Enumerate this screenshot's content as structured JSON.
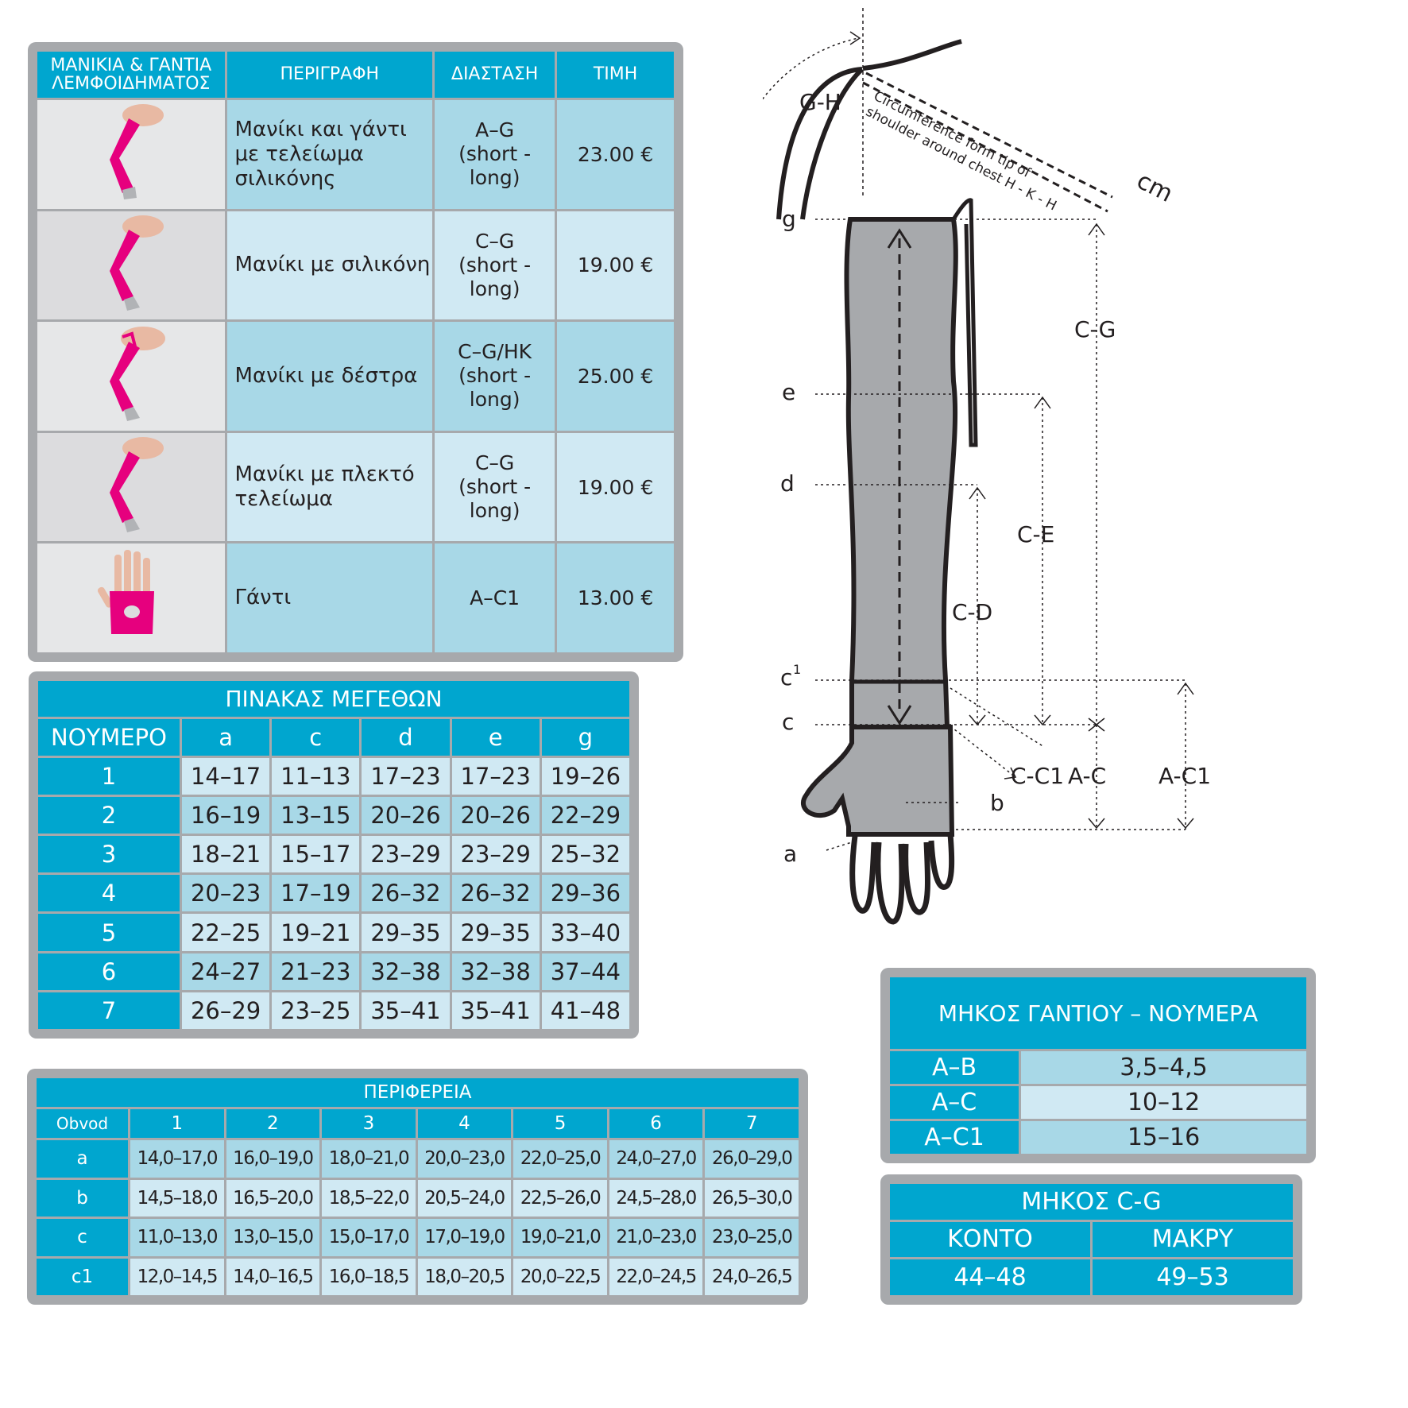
{
  "products": {
    "headers": [
      "ΜΑΝΙΚΙΑ & ΓΑΝΤΙΑ ΛΕΜΦΟΙΔΗΜΑΤΟΣ",
      "ΠΕΡΙΓΡΑΦΗ",
      "ΔΙΑΣΤΑΣΗ",
      "ΤΙΜΗ"
    ],
    "rows": [
      {
        "desc": "Μανίκι και γάντι με τελείωμα σιλικόνης",
        "dim": "A–G",
        "dim2": "(short - long)",
        "price": "23.00 €"
      },
      {
        "desc": "Μανίκι με σιλικόνη",
        "dim": "C–G",
        "dim2": "(short - long)",
        "price": "19.00 €"
      },
      {
        "desc": "Μανίκι με δέστρα",
        "dim": "C–G/HK",
        "dim2": "(short - long)",
        "price": "25.00 €"
      },
      {
        "desc": "Μανίκι με πλεκτό τελείωμα",
        "dim": "C–G",
        "dim2": "(short - long)",
        "price": "19.00 €"
      },
      {
        "desc": "Γάντι",
        "dim": "A–C1",
        "dim2": "",
        "price": "13.00 €"
      }
    ]
  },
  "sizes": {
    "title": "ΠΙΝΑΚΑΣ ΜΕΓΕΘΩΝ",
    "headers": [
      "ΝΟΥΜΕΡΟ",
      "a",
      "c",
      "d",
      "e",
      "g"
    ],
    "rows": [
      [
        "1",
        "14–17",
        "11–13",
        "17–23",
        "17–23",
        "19–26"
      ],
      [
        "2",
        "16–19",
        "13–15",
        "20–26",
        "20–26",
        "22–29"
      ],
      [
        "3",
        "18–21",
        "15–17",
        "23–29",
        "23–29",
        "25–32"
      ],
      [
        "4",
        "20–23",
        "17–19",
        "26–32",
        "26–32",
        "29–36"
      ],
      [
        "5",
        "22–25",
        "19–21",
        "29–35",
        "29–35",
        "33–40"
      ],
      [
        "6",
        "24–27",
        "21–23",
        "32–38",
        "32–38",
        "37–44"
      ],
      [
        "7",
        "26–29",
        "23–25",
        "35–41",
        "35–41",
        "41–48"
      ]
    ]
  },
  "perimeter": {
    "title": "ΠΕΡΙΦΕΡΕΙΑ",
    "corner": "Obvod",
    "headers": [
      "1",
      "2",
      "3",
      "4",
      "5",
      "6",
      "7"
    ],
    "rows": [
      {
        "label": "a",
        "values": [
          "14,0–17,0",
          "16,0–19,0",
          "18,0–21,0",
          "20,0–23,0",
          "22,0–25,0",
          "24,0–27,0",
          "26,0–29,0"
        ]
      },
      {
        "label": "b",
        "values": [
          "14,5–18,0",
          "16,5–20,0",
          "18,5–22,0",
          "20,5–24,0",
          "22,5–26,0",
          "24,5–28,0",
          "26,5–30,0"
        ]
      },
      {
        "label": "c",
        "values": [
          "11,0–13,0",
          "13,0–15,0",
          "15,0–17,0",
          "17,0–19,0",
          "19,0–21,0",
          "21,0–23,0",
          "23,0–25,0"
        ]
      },
      {
        "label": "c1",
        "values": [
          "12,0–14,5",
          "14,0–16,5",
          "16,0–18,5",
          "18,0–20,5",
          "20,0–22,5",
          "22,0–24,5",
          "24,0–26,5"
        ]
      }
    ]
  },
  "glove_length": {
    "title": "ΜΗΚΟΣ ΓΑΝΤΙΟΥ  –  ΝΟΥΜΕΡΑ",
    "rows": [
      {
        "label": "A–B",
        "value": "3,5–4,5"
      },
      {
        "label": "A–C",
        "value": "10–12"
      },
      {
        "label": "A–C1",
        "value": "15–16"
      }
    ]
  },
  "cg_length": {
    "title": "ΜΗΚΟΣ C-G",
    "headers": [
      "ΚΟΝΤΟ",
      "ΜΑΚΡΥ"
    ],
    "values": [
      "44–48",
      "49–53"
    ]
  },
  "diagram": {
    "labels": {
      "gh": "G-H",
      "g": "g",
      "e": "e",
      "d": "d",
      "c1": "c",
      "c1_sup": "1",
      "c": "c",
      "b": "b",
      "a": "a",
      "cg": "C-G",
      "ce": "C-E",
      "cd": "C-D",
      "cc1": "C-C1",
      "ac": "A-C",
      "ac1": "A-C1",
      "cm": "cm",
      "circ1": "Circumference form tip of",
      "circ2": "shoulder around chest H - K - H"
    }
  }
}
